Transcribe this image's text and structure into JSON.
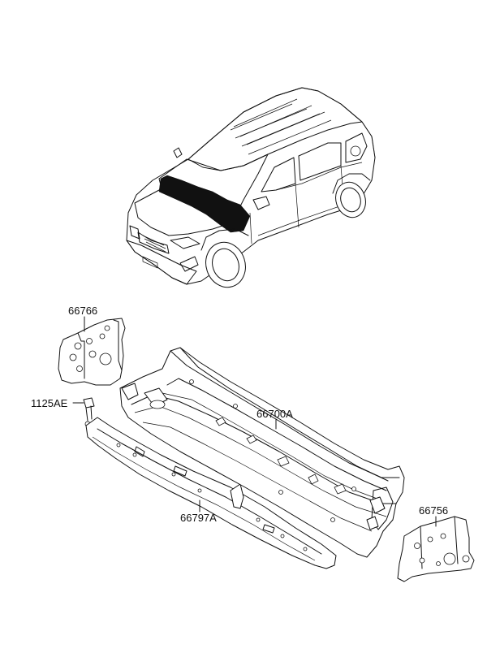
{
  "parts": {
    "bracket_left": "66766",
    "bolt": "1125AE",
    "cowl_panel": "66700A",
    "cowl_bar": "66797A",
    "bracket_right": "66756"
  },
  "colors": {
    "line": "#111111",
    "background": "#ffffff"
  }
}
